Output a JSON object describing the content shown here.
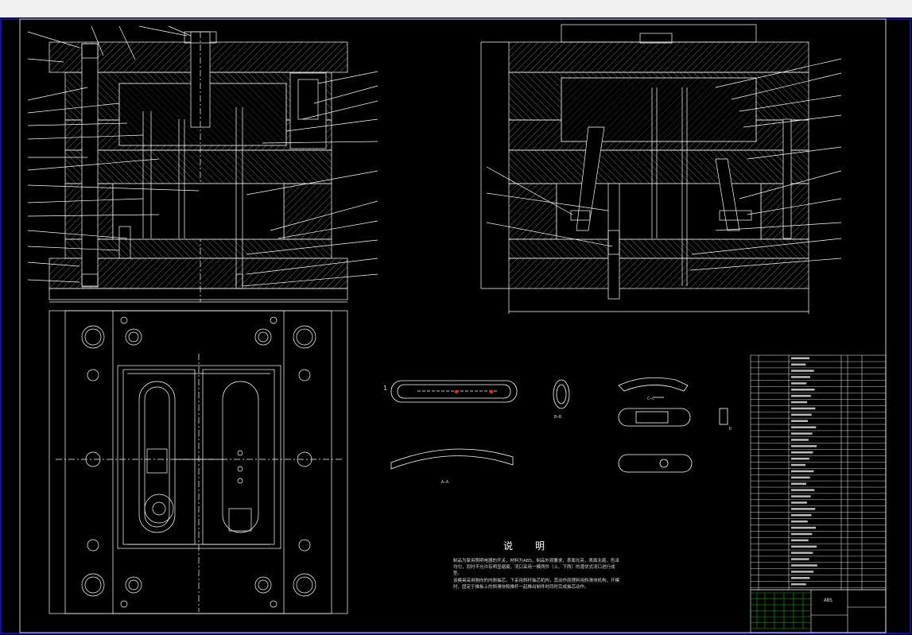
{
  "window": {
    "title": ""
  },
  "drawing": {
    "notes": {
      "title": "说明",
      "lines": [
        "制品为家用照明电器的开关，材料为ABS，制品外观要求，表面光亮，表面无痕，色泽均匀，同时不允许有明显缩痕，浇口采用一模两件（上、下两）的潜伏式浇口进行成型。",
        "该模具采用侧向的内侧抽芯，下采用斜杆抽芯机构，其动作原理利用斜滑块机构，开模时，固定于推板上的斜滑块和推杆一起推出制件时同时完成抽芯动作。"
      ]
    },
    "section_labels": {
      "a": "A—A",
      "b": "B—B",
      "c": "C—C",
      "d": "D",
      "one": "1"
    },
    "title_block": {
      "material": "ABS",
      "name": "",
      "scale": ""
    }
  },
  "colors": {
    "line": "#ffffff",
    "hatch": "#9a9a9a",
    "red_mark": "#ff2020",
    "background": "#000000",
    "green_grid": "#00c000",
    "frame": "#1a1aff"
  }
}
